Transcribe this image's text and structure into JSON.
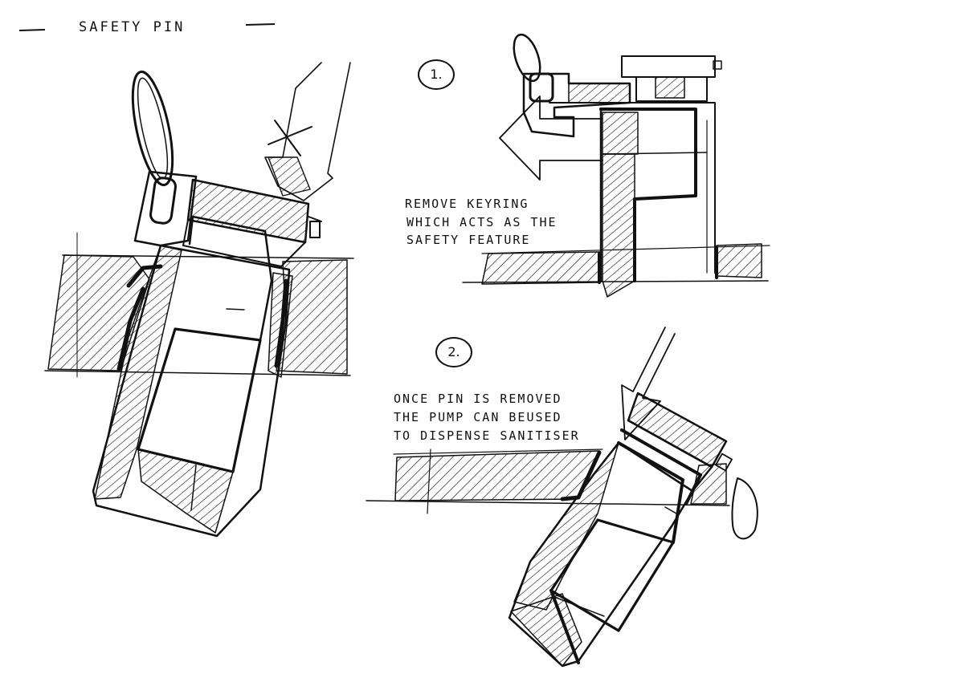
{
  "title": "SAFETY PIN",
  "steps": [
    {
      "number": "1.",
      "caption_lines": [
        "REMOVE KEYRING",
        "WHICH ACTS AS THE",
        "SAFETY FEATURE"
      ]
    },
    {
      "number": "2.",
      "caption_lines": [
        "ONCE PIN IS REMOVED",
        "THE PUMP CAN BEUSED",
        "TO DISPENSE SANITISER"
      ]
    }
  ],
  "colors": {
    "ink": "#111111",
    "paper": "#fefefe"
  }
}
